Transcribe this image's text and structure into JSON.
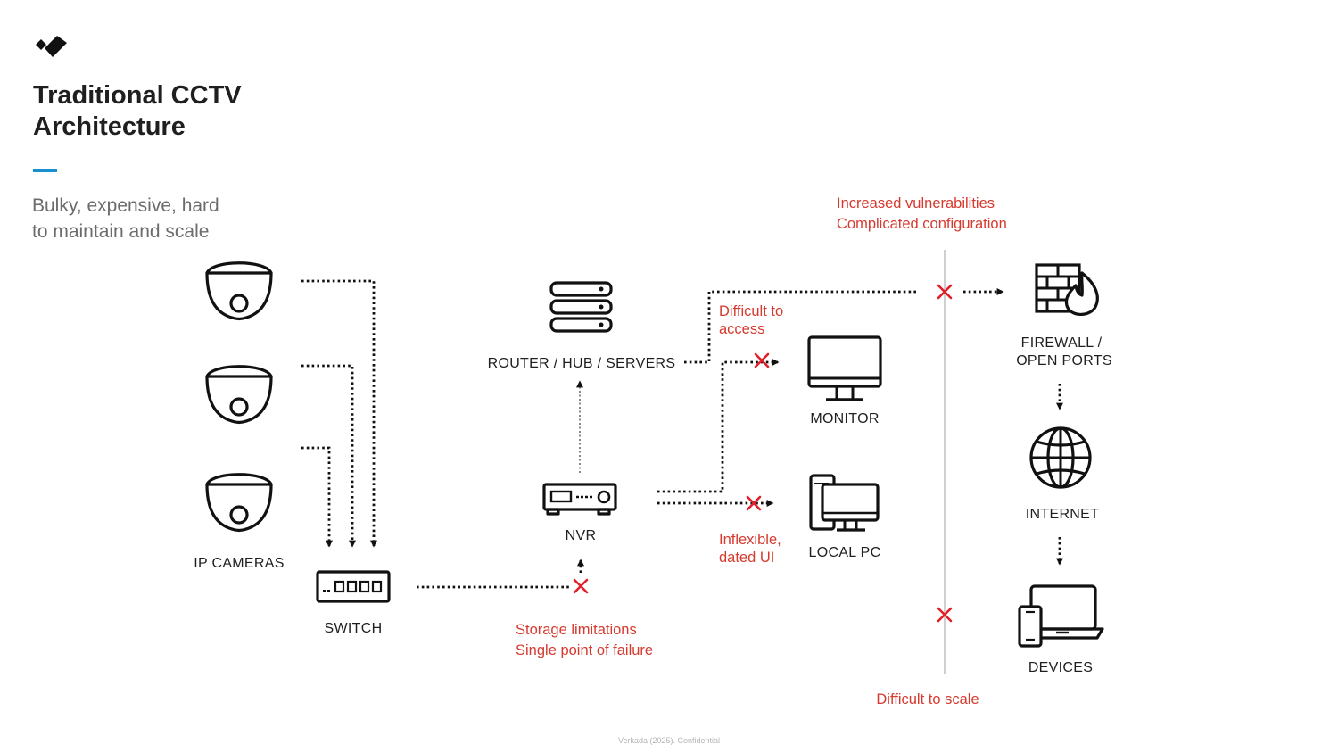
{
  "slide": {
    "title_lines": [
      "Traditional CCTV",
      "Architecture"
    ],
    "subtitle_lines": [
      "Bulky, expensive, hard",
      "to maintain and scale"
    ],
    "footer": "Verkada (2025). Confidential"
  },
  "colors": {
    "accent": "#1a8fd0",
    "warning": "#d63a2f",
    "x_mark": "#e0202a",
    "ink": "#111111"
  },
  "nodes": {
    "cameras": "IP CAMERAS",
    "switch": "SWITCH",
    "nvr": "NVR",
    "router": "ROUTER / HUB / SERVERS",
    "monitor": "MONITOR",
    "local_pc": "LOCAL PC",
    "firewall_lines": [
      "FIREWALL /",
      "OPEN PORTS"
    ],
    "internet": "INTERNET",
    "devices": "DEVICES"
  },
  "callouts": {
    "vulnerabilities_lines": [
      "Increased vulnerabilities",
      "Complicated configuration"
    ],
    "access_lines": [
      "Difficult to",
      "access"
    ],
    "ui_lines": [
      "Inflexible,",
      "dated UI"
    ],
    "storage_lines": [
      "Storage limitations",
      "Single point of failure"
    ],
    "scale": "Difficult to scale"
  },
  "icons": [
    "logo-mark",
    "dome-camera-icon",
    "network-switch-icon",
    "nvr-recorder-icon",
    "server-stack-icon",
    "monitor-icon",
    "desktop-pc-icon",
    "firewall-icon",
    "globe-icon",
    "devices-icon",
    "x-mark-icon"
  ]
}
